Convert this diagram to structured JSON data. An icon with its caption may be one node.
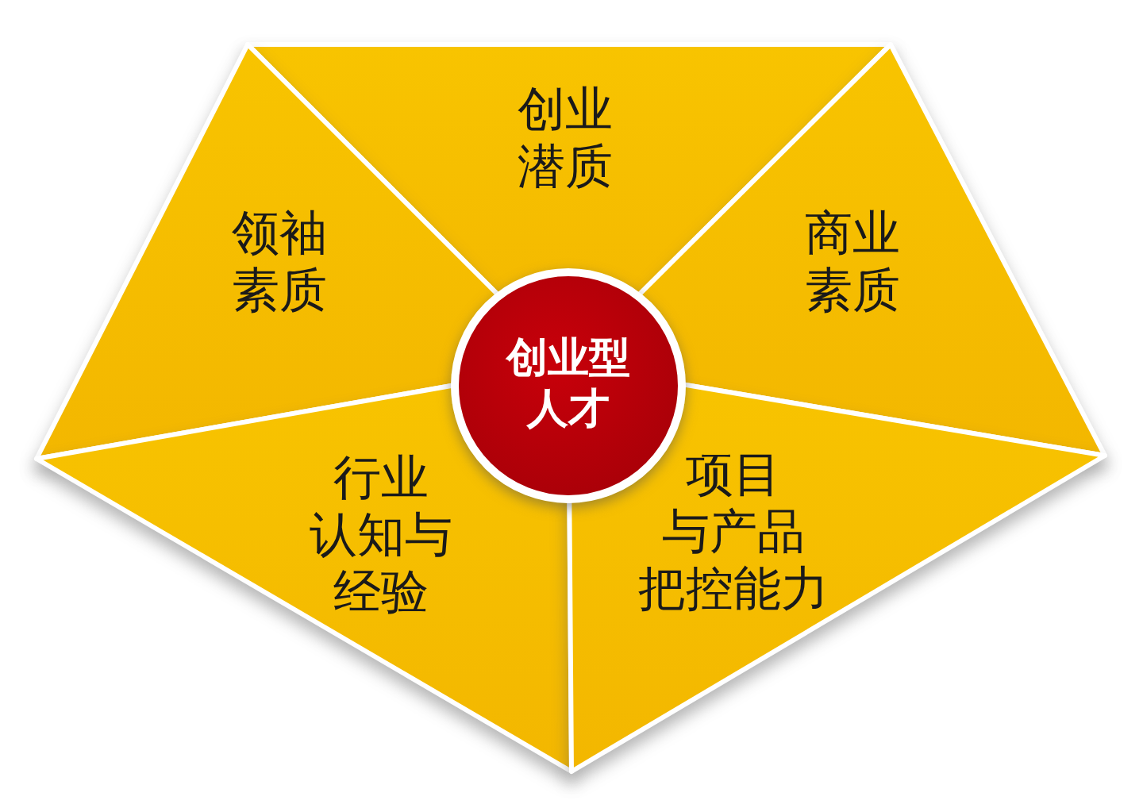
{
  "diagram": {
    "nodes": [
      {
        "text": [
          "创业潜质"
        ]
      },
      {
        "text": [
          "领袖素质"
        ]
      },
      {
        "text": [
          "商业素质"
        ]
      },
      {
        "text": [
          "创业型人才"
        ]
      },
      {
        "text": [
          "行业认知与经验"
        ]
      },
      {
        "text": [
          "项目与产品把控能力"
        ]
      }
    ]
  }
}
